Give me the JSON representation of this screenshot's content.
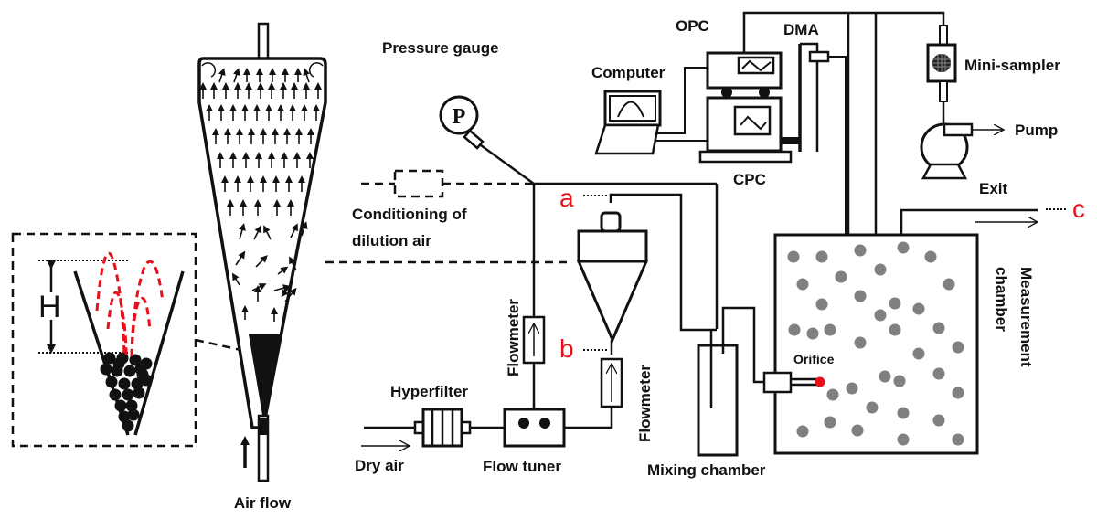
{
  "labels": {
    "pressure_gauge": "Pressure gauge",
    "pressure_symbol": "P",
    "computer": "Computer",
    "opc": "OPC",
    "dma": "DMA",
    "cpc": "CPC",
    "mini_sampler": "Mini-sampler",
    "pump": "Pump",
    "exit": "Exit",
    "conditioning_line1": "Conditioning of",
    "conditioning_line2": "dilution air",
    "flowmeter_left": "Flowmeter",
    "flowmeter_right": "Flowmeter",
    "hyperfilter": "Hyperfilter",
    "dry_air": "Dry air",
    "flow_tuner": "Flow tuner",
    "mixing_chamber": "Mixing chamber",
    "orifice": "Orifice",
    "measurement_line1": "Measurement",
    "measurement_line2": "chamber",
    "air_flow": "Air flow",
    "height_symbol": "H"
  },
  "markers": {
    "a": "a",
    "b": "b",
    "c": "c"
  },
  "colors": {
    "marker_red": "#e8101a",
    "particle_gray": "#808080",
    "line_black": "#111111"
  }
}
